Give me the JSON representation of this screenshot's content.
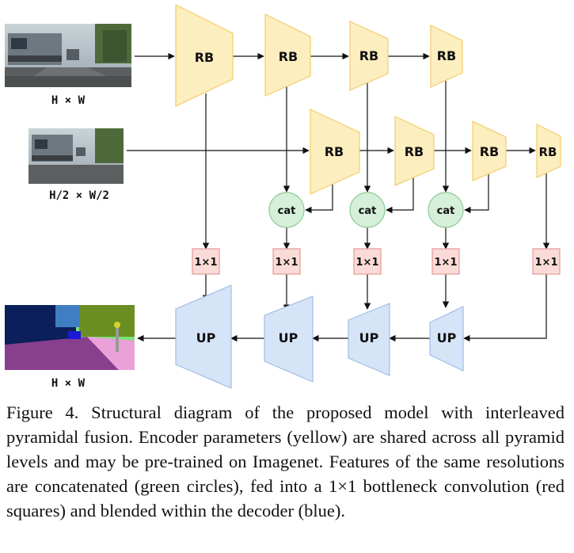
{
  "diagram": {
    "encoder_block_label": "RB",
    "decoder_block_label": "UP",
    "concat_label": "cat",
    "bottleneck_label": "1×1",
    "input_full_label": "H × W",
    "input_half_label": "H/2 × W/2",
    "output_label": "H × W",
    "colors": {
      "encoder": "#fdeebf",
      "decoder": "#d6e4f7",
      "concat": "#d6efd9",
      "bottleneck": "#fadbd8"
    }
  },
  "caption": "Figure 4. Structural diagram of the proposed model with interleaved pyramidal fusion. Encoder parameters (yellow) are shared across all pyramid levels and may be pre-trained on Imagenet. Features of the same resolutions are concatenated (green circles), fed into a 1×1 bottleneck convolution (red squares) and blended within the decoder (blue)."
}
